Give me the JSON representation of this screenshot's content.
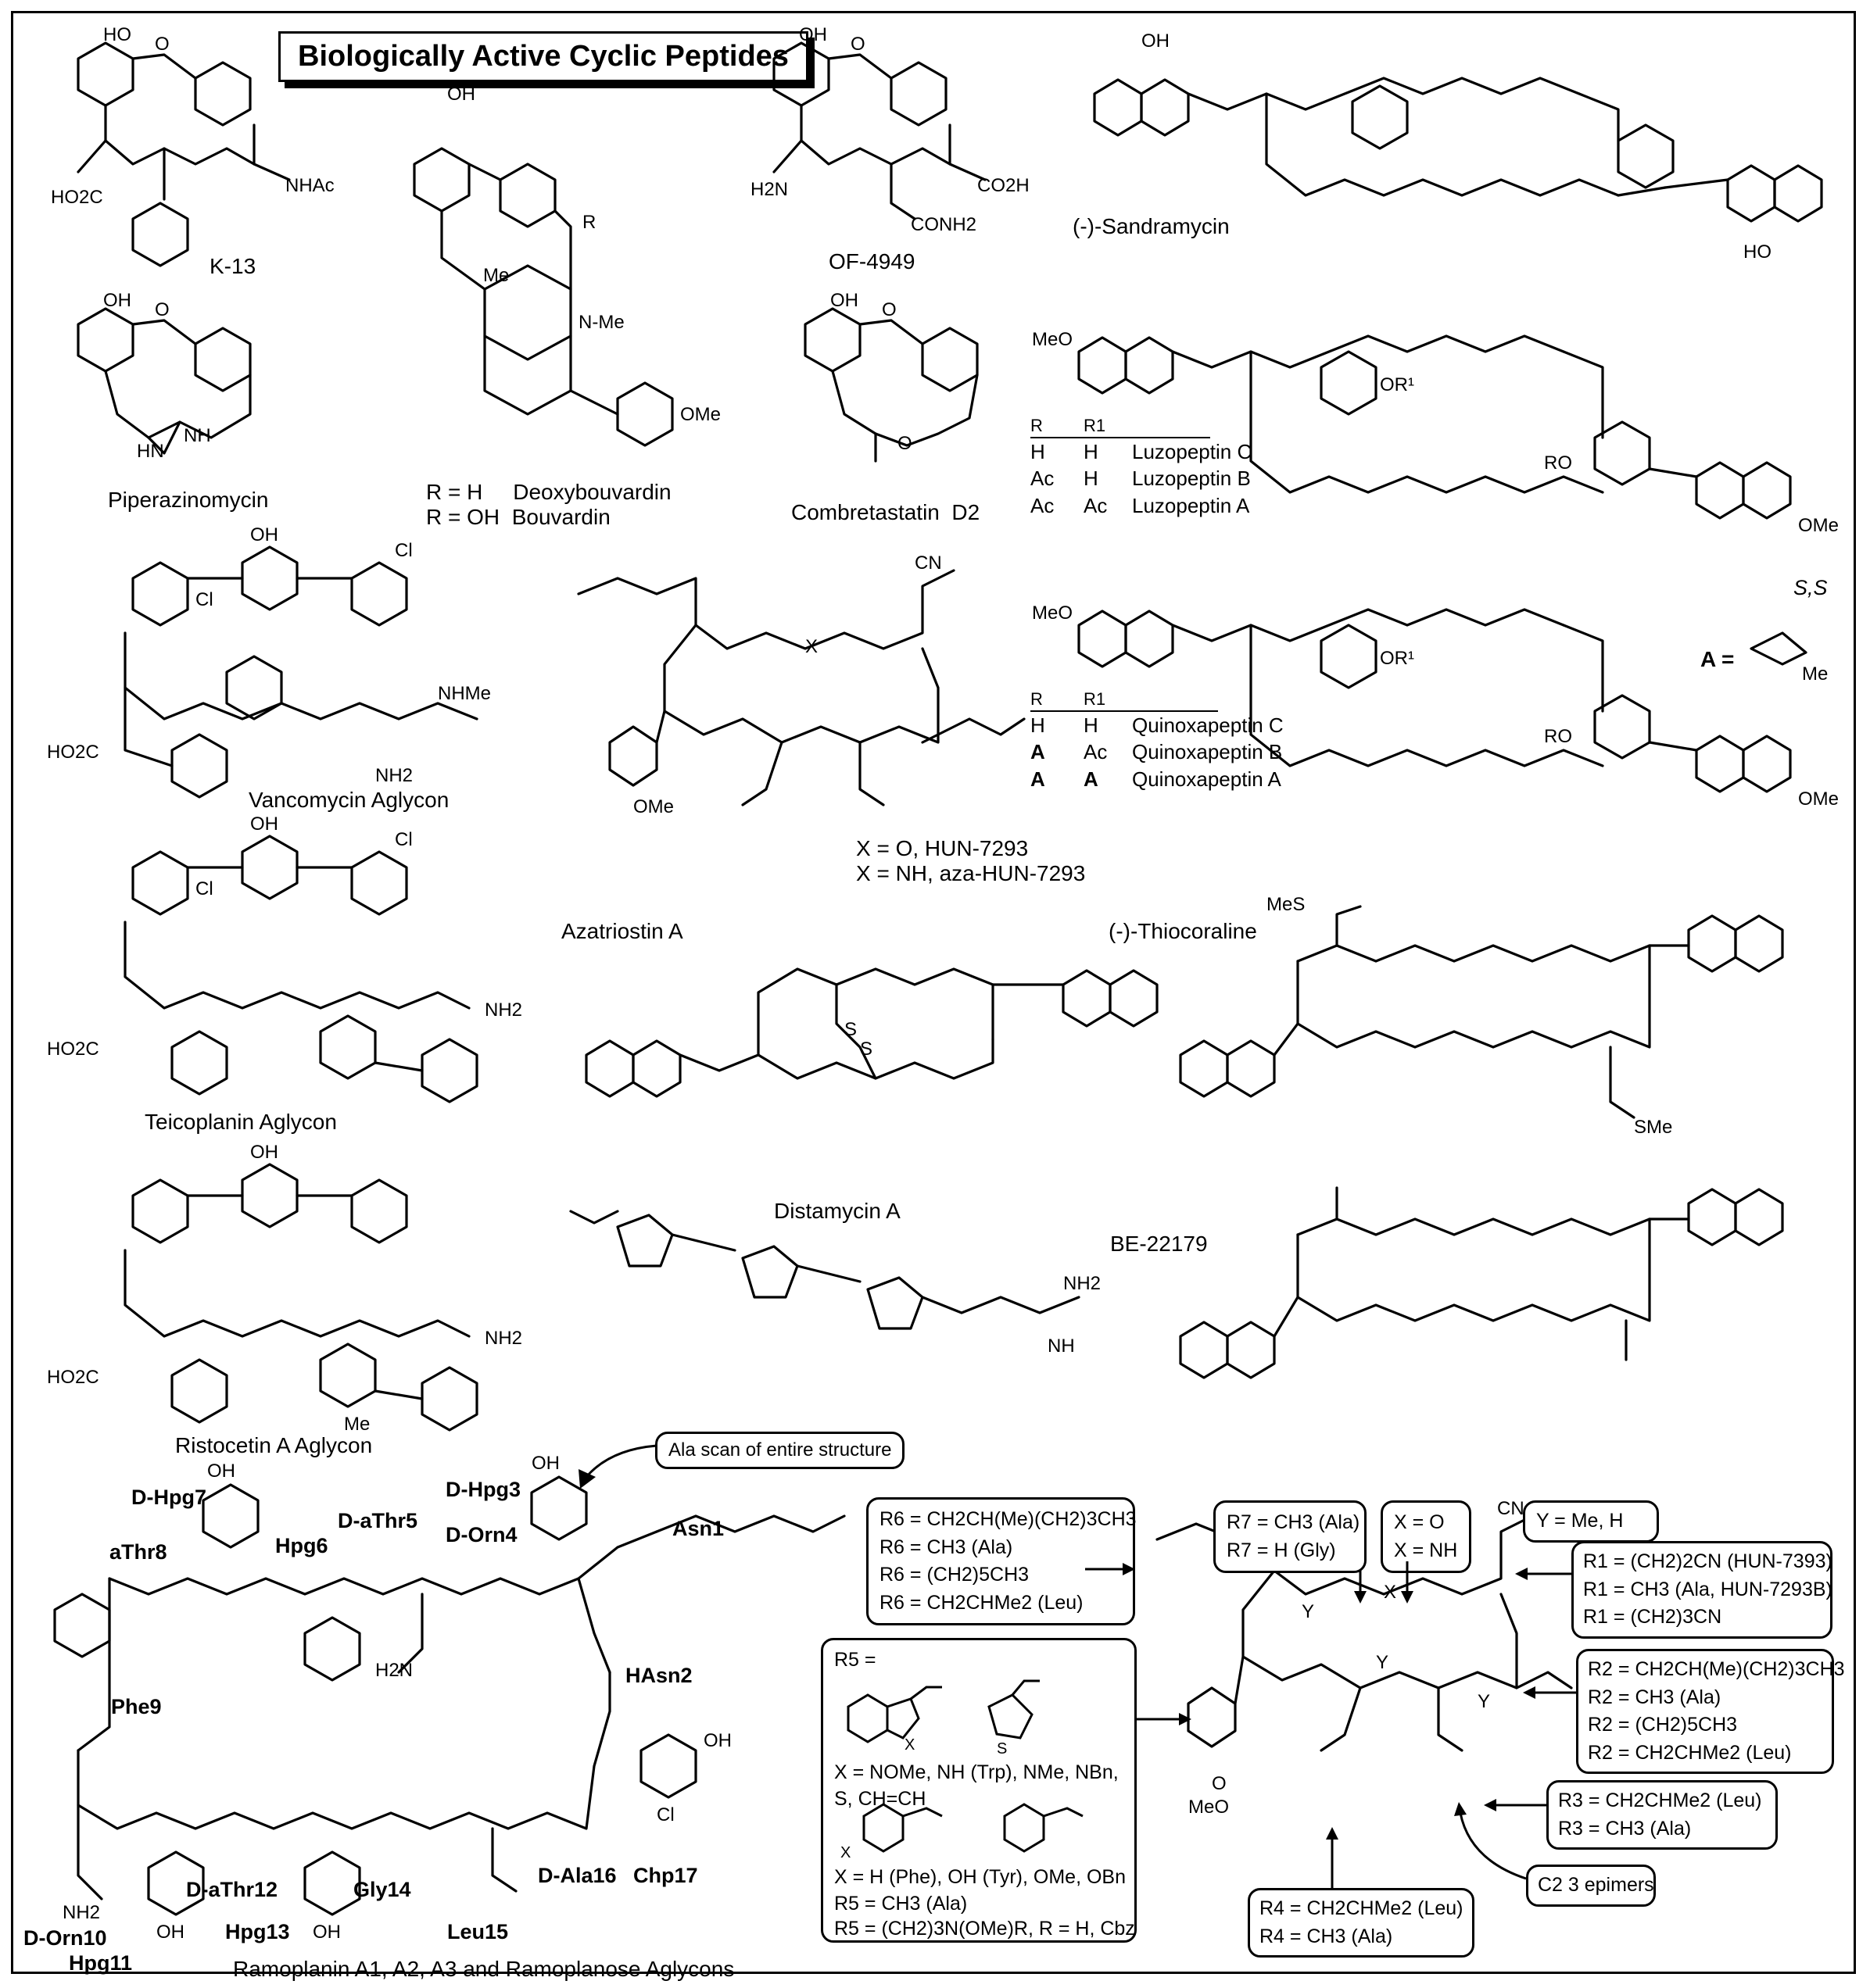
{
  "figure": {
    "title": "Biologically Active Cyclic Peptides",
    "compounds": {
      "k13": "K-13",
      "of4949": "OF-4949",
      "sandramycin": "(-)-Sandramycin",
      "piperazinomycin": "Piperazinomycin",
      "bouvardin_r1": "R = H     Deoxybouvardin",
      "bouvardin_r2": "R = OH  Bouvardin",
      "combretastatin": "Combretastatin  D2",
      "vancomycin": "Vancomycin Aglycon",
      "teicoplanin": "Teicoplanin Aglycon",
      "ristocetin": "Ristocetin A Aglycon",
      "hun_o": "X = O, HUN-7293",
      "hun_nh": "X = NH, aza-HUN-7293",
      "azatriostin": "Azatriostin A",
      "thiocoraline": "(-)-Thiocoraline",
      "distamycin": "Distamycin A",
      "be22179": "BE-22179",
      "ramoplanin": "Ramoplanin A1, A2, A3 and Ramoplanose Aglycons"
    },
    "luzopeptin_table": {
      "header": [
        "R",
        "R1"
      ],
      "rows": [
        [
          "H",
          "H",
          "Luzopeptin C"
        ],
        [
          "Ac",
          "H",
          "Luzopeptin B"
        ],
        [
          "Ac",
          "Ac",
          "Luzopeptin A"
        ]
      ]
    },
    "quinoxapeptin_table": {
      "header": [
        "R",
        "R1"
      ],
      "rows": [
        [
          "H",
          "H",
          "Quinoxapeptin C"
        ],
        [
          "A",
          "Ac",
          "Quinoxapeptin B"
        ],
        [
          "A",
          "A",
          "Quinoxapeptin A"
        ]
      ],
      "a_def": "A =",
      "a_stereo": "S,S"
    },
    "ramoplanin_residues": [
      "D-Hpg7",
      "aThr8",
      "Hpg6",
      "D-aThr5",
      "D-Hpg3",
      "D-Orn4",
      "Asn1",
      "HAsn2",
      "Phe9",
      "D-Orn10",
      "Hpg11",
      "D-aThr12",
      "Hpg13",
      "Gly14",
      "Leu15",
      "D-Ala16",
      "Chp17"
    ],
    "callouts": {
      "ala_scan": "Ala scan of entire structure",
      "c2_epimers": "C2 3 epimers",
      "y_def": "Y = Me, H",
      "x_box": [
        "X = O",
        "X = NH"
      ],
      "r7_box": [
        "R7 = CH3 (Ala)",
        "R7 = H (Gly)"
      ],
      "r6_box": [
        "R6 = CH2CH(Me)(CH2)3CH3",
        "R6 = CH3 (Ala)",
        "R6 = (CH2)5CH3",
        "R6 = CH2CHMe2 (Leu)"
      ],
      "r1_box": [
        "R1 = (CH2)2CN (HUN-7393)",
        "R1 = CH3 (Ala, HUN-7293B)",
        "R1 = (CH2)3CN"
      ],
      "r2_box": [
        "R2 = CH2CH(Me)(CH2)3CH3",
        "R2 = CH3 (Ala)",
        "R2 = (CH2)5CH3",
        "R2 = CH2CHMe2 (Leu)"
      ],
      "r3_box": [
        "R3 = CH2CHMe2 (Leu)",
        "R3 = CH3 (Ala)"
      ],
      "r4_box": [
        "R4 = CH2CHMe2 (Leu)",
        "R4 = CH3 (Ala)"
      ],
      "r5_box": {
        "head": "R5 =",
        "line1": "X = NOMe, NH (Trp), NMe, NBn,",
        "line2": "S, CH=CH",
        "line3": "X = H (Phe), OH (Tyr), OMe, OBn",
        "line4": "R5 = CH3 (Ala)",
        "line5": "R5 = (CH2)3N(OMe)R, R = H, Cbz"
      }
    }
  }
}
